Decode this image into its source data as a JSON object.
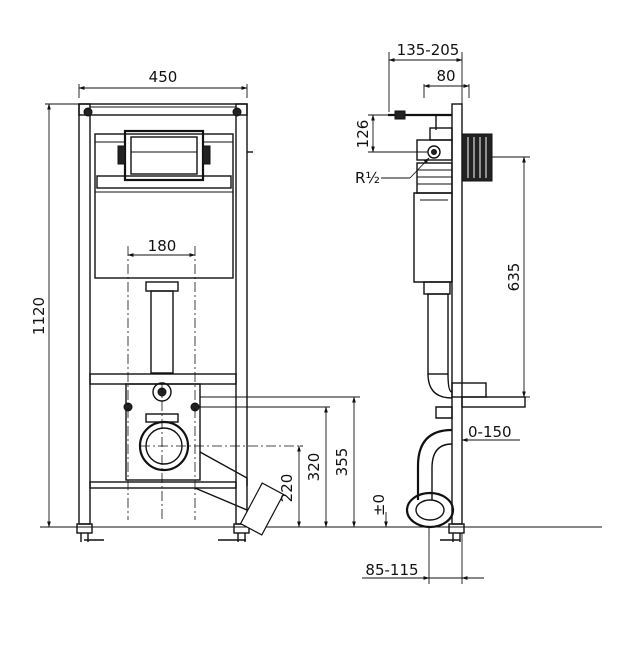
{
  "dimensions": {
    "front_width": "450",
    "front_height": "1120",
    "front_spacing": "180",
    "front_h355": "355",
    "front_h320": "320",
    "front_h220": "220",
    "side_depth_range": "135-205",
    "side_depth": "80",
    "side_h126": "126",
    "side_thread": "R½",
    "side_h635": "635",
    "side_range_0_150": "0-150",
    "side_zero": "±0",
    "side_bottom_range": "85-115"
  }
}
